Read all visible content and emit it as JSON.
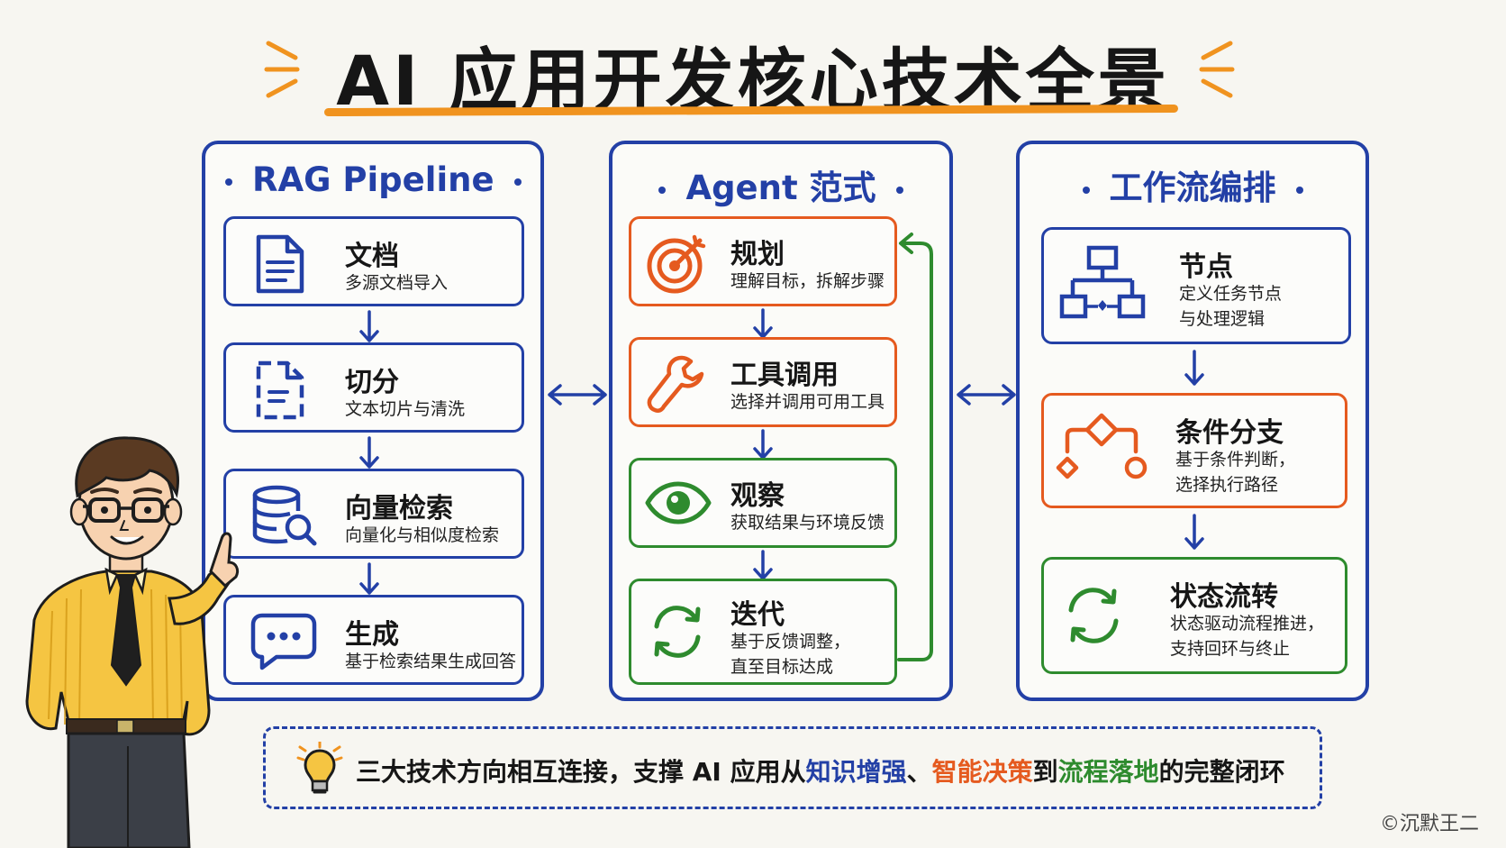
{
  "title": "AI 应用开发核心技术全景",
  "panels": [
    {
      "title": "RAG Pipeline",
      "cards": [
        {
          "title": "文档",
          "desc": [
            "多源文档导入"
          ],
          "icon": "document-icon"
        },
        {
          "title": "切分",
          "desc": [
            "文本切片与清洗"
          ],
          "icon": "split-document-icon"
        },
        {
          "title": "向量检索",
          "desc": [
            "向量化与相似度检索"
          ],
          "icon": "database-search-icon"
        },
        {
          "title": "生成",
          "desc": [
            "基于检索结果生成回答"
          ],
          "icon": "chat-bubble-icon"
        }
      ]
    },
    {
      "title": "Agent 范式",
      "cards": [
        {
          "title": "规划",
          "desc": [
            "理解目标，拆解步骤"
          ],
          "icon": "target-icon"
        },
        {
          "title": "工具调用",
          "desc": [
            "选择并调用可用工具"
          ],
          "icon": "wrench-icon"
        },
        {
          "title": "观察",
          "desc": [
            "获取结果与环境反馈"
          ],
          "icon": "eye-icon"
        },
        {
          "title": "迭代",
          "desc": [
            "基于反馈调整，",
            "直至目标达成"
          ],
          "icon": "refresh-icon"
        }
      ]
    },
    {
      "title": "工作流编排",
      "cards": [
        {
          "title": "节点",
          "desc": [
            "定义任务节点",
            "与处理逻辑"
          ],
          "icon": "flowchart-icon"
        },
        {
          "title": "条件分支",
          "desc": [
            "基于条件判断，",
            "选择执行路径"
          ],
          "icon": "branch-icon"
        },
        {
          "title": "状态流转",
          "desc": [
            "状态驱动流程推进，",
            "支持回环与终止"
          ],
          "icon": "cycle-icon"
        }
      ]
    }
  ],
  "bottom": {
    "prefix": "三大技术方向相互连接，支撑 AI 应用从",
    "knowledge": "知识增强",
    "sep": "、",
    "decision": "智能决策",
    "to": "到",
    "process": "流程落地",
    "suffix": "的完整闭环"
  },
  "copyright": "©沉默王二",
  "colors": {
    "blue": "#2340a6",
    "orange": "#e55a1f",
    "green": "#2e8b2e",
    "accent": "#f0931f"
  }
}
